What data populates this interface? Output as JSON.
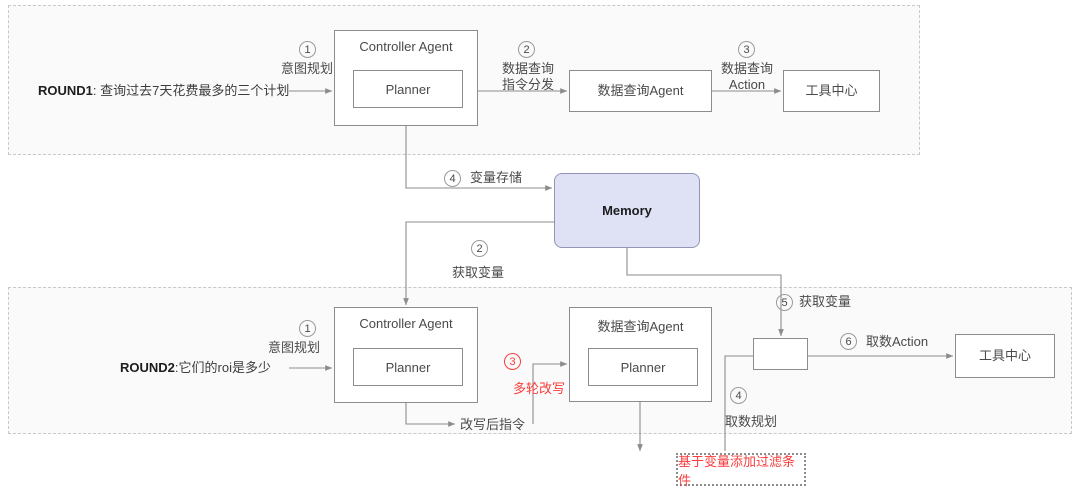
{
  "diagram": {
    "title": "Multi-round agent memory flow",
    "colors": {
      "line": "#8c8c8c",
      "group_border": "#c8c8c8",
      "group_fill": "#fafafa",
      "memory_fill": "#dfe2f5",
      "memory_border": "#9295b5",
      "accent_red": "#fa3c3c",
      "text": "#4a4a4a"
    }
  },
  "round1": {
    "prompt_prefix": "ROUND1",
    "prompt_sep": ": ",
    "prompt_text": "查询过去7天花费最多的三个计划",
    "controller_agent": "Controller Agent",
    "planner": "Planner",
    "data_agent": "数据查询Agent",
    "tool_center": "工具中心",
    "steps": [
      {
        "num": "1",
        "label_line1": "意图规划",
        "label_line2": ""
      },
      {
        "num": "2",
        "label_line1": "数据查询",
        "label_line2": "指令分发"
      },
      {
        "num": "3",
        "label_line1": "数据查询",
        "label_line2": "Action"
      }
    ]
  },
  "memory": {
    "label": "Memory",
    "store_step": {
      "num": "4",
      "label": "变量存储"
    },
    "fetch_step": {
      "num": "2",
      "label": "获取变量"
    },
    "fetch_step_right": {
      "num": "5",
      "label": "获取变量"
    }
  },
  "round2": {
    "prompt_prefix": "ROUND2",
    "prompt_sep": ":",
    "prompt_text": "它们的roi是多少",
    "controller_agent": "Controller Agent",
    "planner": "Planner",
    "data_agent": "数据查询Agent",
    "data_agent_planner": "Planner",
    "tool_center": "工具中心",
    "relay_box": "",
    "steps": [
      {
        "num": "1",
        "label_line1": "意图规划"
      },
      {
        "num": "3",
        "label_line1": "多轮改写"
      },
      {
        "num": "4",
        "label_line1": "取数规划"
      },
      {
        "num": "6",
        "label_line1": "取数Action"
      }
    ],
    "rewritten_instruction": "改写后指令",
    "filter_note": "基于变量添加过滤条件"
  }
}
